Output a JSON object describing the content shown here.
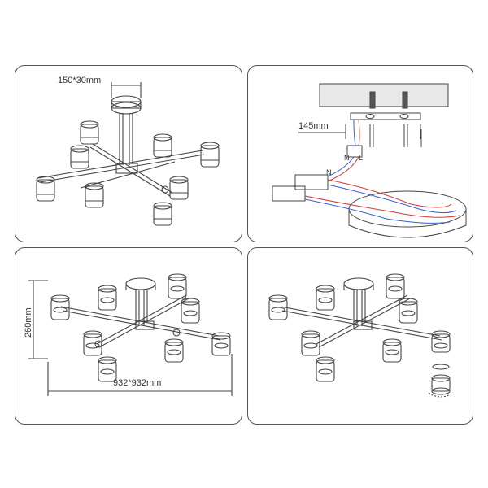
{
  "dimensions": {
    "canopy": "150*30mm",
    "mount_offset": "145mm",
    "height": "260mm",
    "span": "932*932mm"
  },
  "wiring": {
    "neutral": "N",
    "live": "L"
  },
  "colors": {
    "outline": "#444444",
    "wire_red": "#d23a3a",
    "wire_blue": "#3a5bd2",
    "ceiling": "#e9e9e9"
  }
}
